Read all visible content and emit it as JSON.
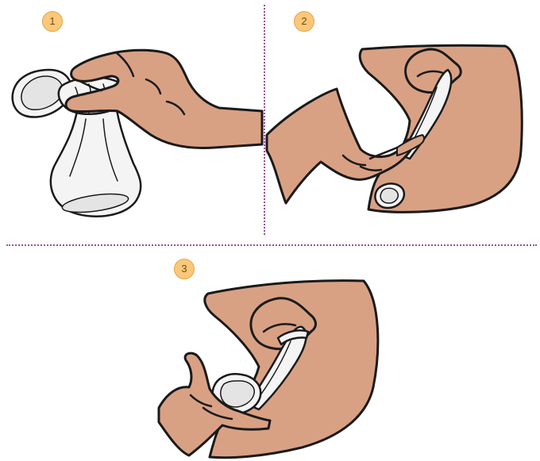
{
  "steps": [
    {
      "number": "1"
    },
    {
      "number": "2"
    },
    {
      "number": "3"
    }
  ],
  "colors": {
    "skin": "#d9a184",
    "outline": "#1a1a1a",
    "badge_fill": "#f9c87a",
    "badge_border": "#eaa246",
    "divider": "#9a4f9e",
    "condom": "#f4f4f4"
  },
  "icons": [
    "hand-squeezing-condom-illustration",
    "insertion-illustration",
    "inserted-condom-illustration"
  ]
}
